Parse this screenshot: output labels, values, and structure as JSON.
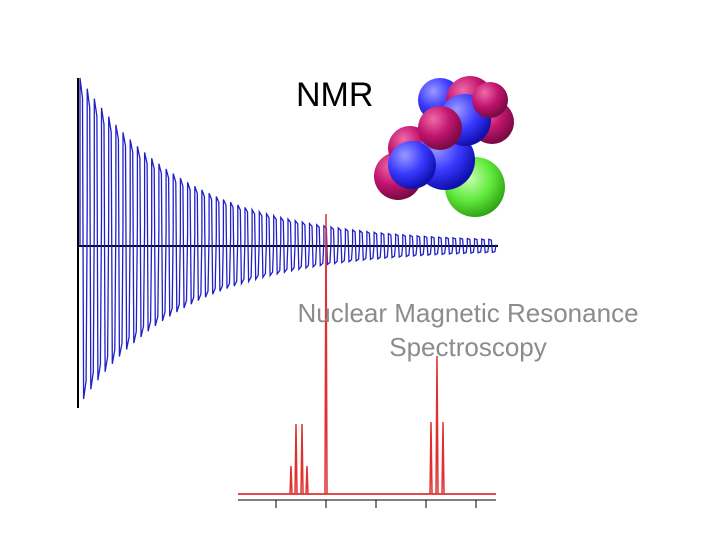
{
  "slide": {
    "title": "NMR",
    "subtitle_line1": "Nuclear Magnetic Resonance",
    "subtitle_line2": "Spectroscopy"
  },
  "colors": {
    "fid": "#2020c8",
    "spectrum": "#e03030",
    "axis": "#000000",
    "subtitle": "#8c8c8c",
    "atom_blue": "#3a3aff",
    "atom_magenta": "#c0146e",
    "atom_green": "#5ee83a"
  },
  "icons": {
    "molecule": "molecule-model-icon"
  }
}
